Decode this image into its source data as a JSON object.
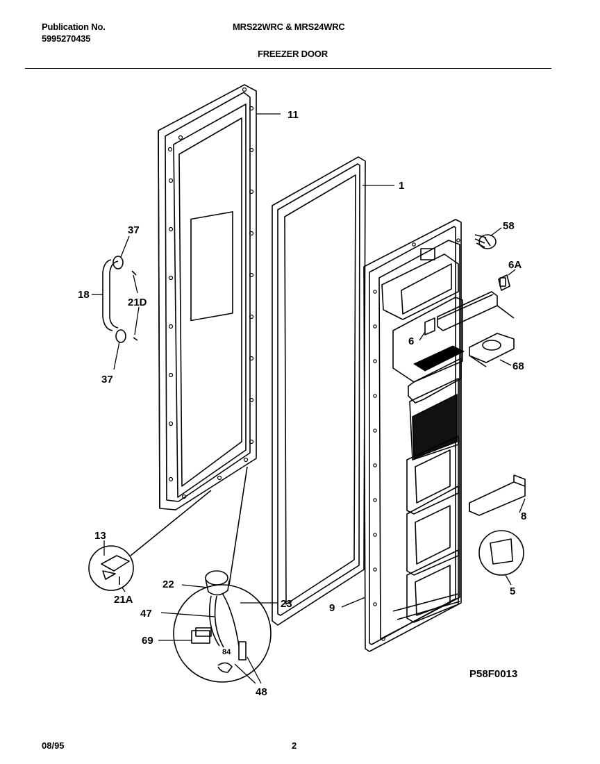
{
  "header": {
    "publication_label": "Publication No.",
    "publication_number": "5995270435",
    "model": "MRS22WRC & MRS24WRC",
    "section_title": "FREEZER DOOR"
  },
  "footer": {
    "date": "08/95",
    "page_number": "2"
  },
  "diagram": {
    "figure_code": "P58F0013",
    "callouts": {
      "c11": "11",
      "c1": "1",
      "c58": "58",
      "c6A": "6A",
      "c6": "6",
      "c68": "68",
      "c37a": "37",
      "c18": "18",
      "c21D": "21D",
      "c37b": "37",
      "c8": "8",
      "c5": "5",
      "c9": "9",
      "c13": "13",
      "c21A": "21A",
      "c22": "22",
      "c23": "23",
      "c47": "47",
      "c69": "69",
      "c84": "84",
      "c48": "48"
    }
  }
}
